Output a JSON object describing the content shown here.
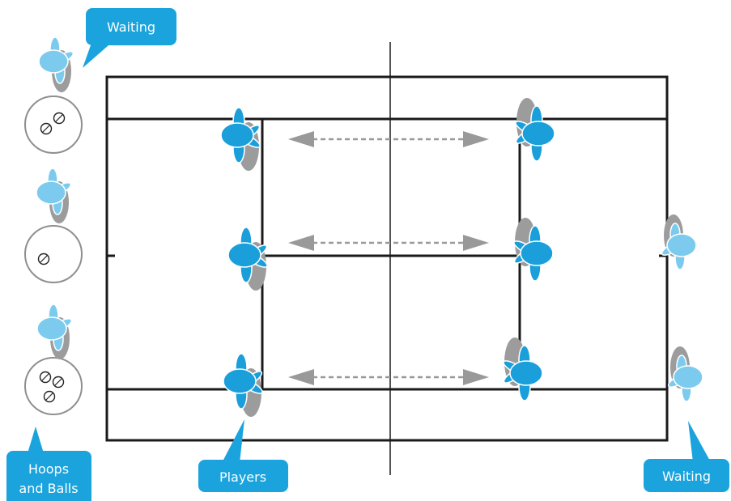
{
  "labels": {
    "waiting_top": "Waiting",
    "waiting_bottom": "Waiting",
    "hoops_line1": "Hoops",
    "hoops_line2": "and Balls",
    "players": "Players"
  },
  "colors": {
    "callout": "#1aa3dd",
    "player_primary": "#1a9fdb",
    "player_waiting": "#7ccbef",
    "shadow": "#9c9c9c",
    "court_line": "#1a1a1a",
    "arrow": "#999999"
  },
  "icons": [
    "player-icon",
    "waiting-player-icon",
    "hoop-icon",
    "ball-icon",
    "double-arrow-icon"
  ]
}
